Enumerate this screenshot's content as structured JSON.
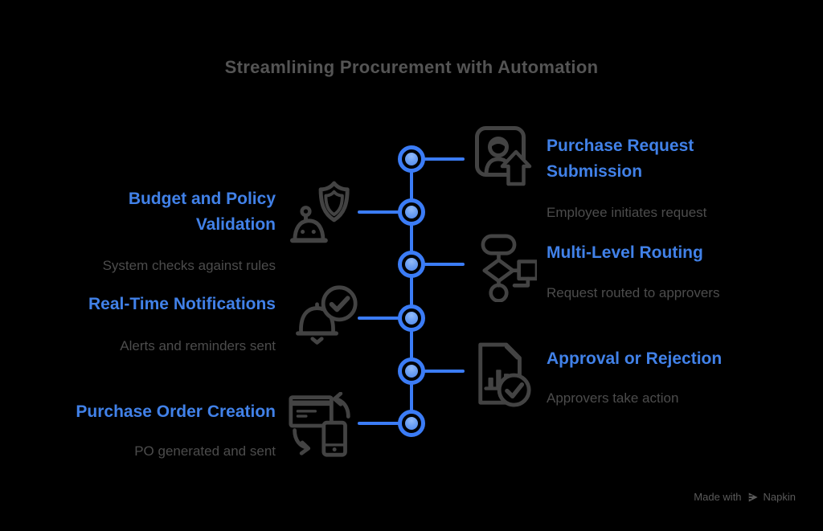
{
  "title": "Streamlining Procurement with Automation",
  "colors": {
    "accent_blue": "#4181e8",
    "timeline_blue": "#3b7cf6",
    "title_gray": "#545454",
    "subtitle_gray": "#4c4c4c",
    "icon_gray": "#434343",
    "background": "#000000"
  },
  "steps": [
    {
      "side": "right",
      "title": "Purchase Request Submission",
      "subtitle": "Employee initiates request",
      "icon": "user-card-upload-icon"
    },
    {
      "side": "left",
      "title": "Budget and Policy Validation",
      "subtitle": "System checks against rules",
      "icon": "robot-shield-icon"
    },
    {
      "side": "right",
      "title": "Multi-Level Routing",
      "subtitle": "Request routed to approvers",
      "icon": "flowchart-icon"
    },
    {
      "side": "left",
      "title": "Real-Time Notifications",
      "subtitle": "Alerts and reminders sent",
      "icon": "bell-check-icon"
    },
    {
      "side": "right",
      "title": "Approval or Rejection",
      "subtitle": "Approvers take action",
      "icon": "document-chart-check-icon"
    },
    {
      "side": "left",
      "title": "Purchase Order Creation",
      "subtitle": "PO generated and sent",
      "icon": "device-sync-icon"
    }
  ],
  "footer": {
    "made_with": "Made with",
    "brand": "Napkin",
    "logo_icon": "napkin-logo-icon"
  }
}
